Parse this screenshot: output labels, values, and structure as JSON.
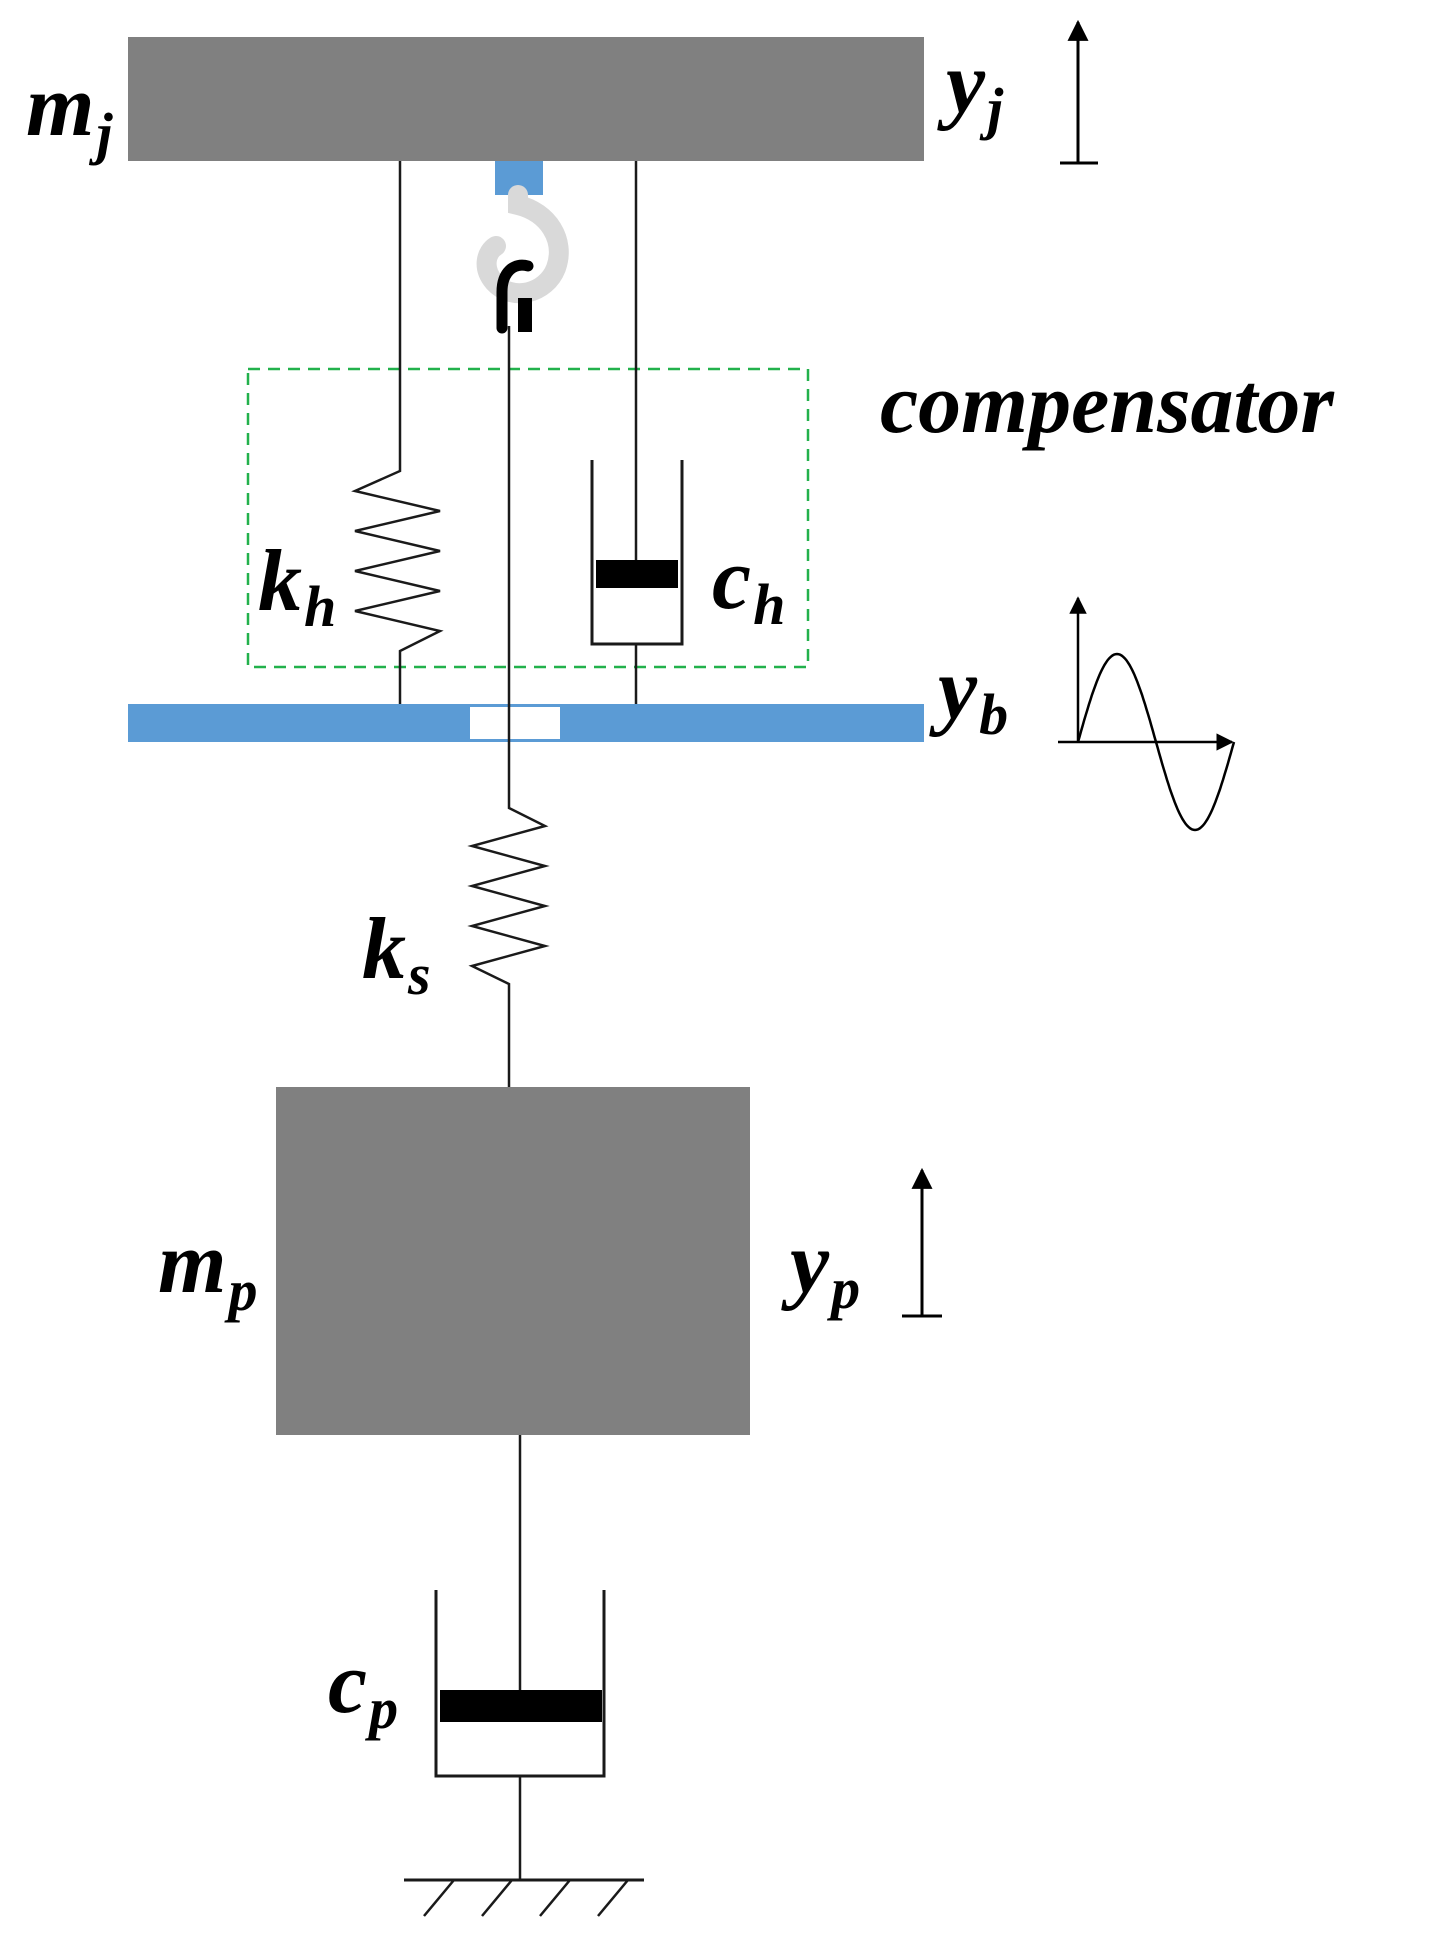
{
  "labels": {
    "mj": {
      "main": "m",
      "sub": "j"
    },
    "yj": {
      "main": "y",
      "sub": "j"
    },
    "compensator": "compensator",
    "kh": {
      "main": "k",
      "sub": "h"
    },
    "ch": {
      "main": "c",
      "sub": "h"
    },
    "yb": {
      "main": "y",
      "sub": "b"
    },
    "ks": {
      "main": "k",
      "sub": "s"
    },
    "mp": {
      "main": "m",
      "sub": "p"
    },
    "yp": {
      "main": "y",
      "sub": "p"
    },
    "cp": {
      "main": "c",
      "sub": "p"
    }
  },
  "colors": {
    "mass": "#808080",
    "base_plate": "#5b9bd5",
    "compensator_box": "#22b14c",
    "hook": "#d9d9d9",
    "piston": "#000000",
    "line": "#1a1a1a"
  }
}
